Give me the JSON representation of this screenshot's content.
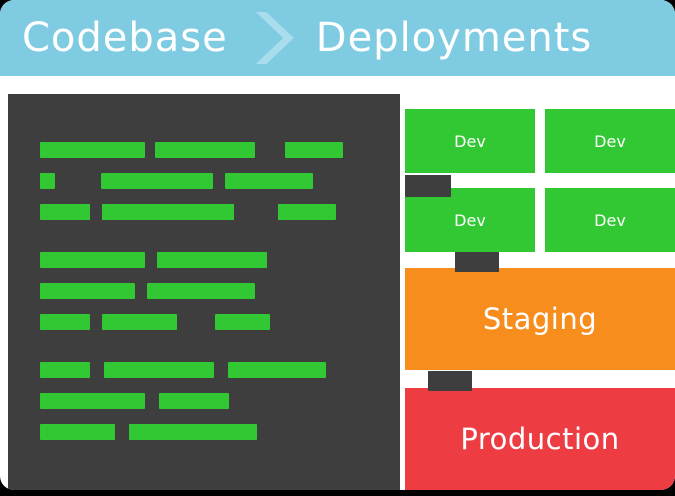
{
  "header": {
    "left": "Codebase",
    "right": "Deployments"
  },
  "colors": {
    "header_blue": "#7ecbe2",
    "chevron_blue": "#a9ddee",
    "code_bg": "#3e3e3e",
    "green": "#31c834",
    "orange": "#f78d1d",
    "red": "#ee3c43",
    "white": "#ffffff",
    "page_bg": "#000000"
  },
  "code_panel": {
    "groups": [
      {
        "rows": [
          [
            {
              "w": 105,
              "g": 0
            },
            {
              "w": 100,
              "g": 10
            },
            {
              "w": 58,
              "g": 30
            }
          ],
          [
            {
              "w": 15,
              "g": 0
            },
            {
              "w": 112,
              "g": 46
            },
            {
              "w": 88,
              "g": 12
            }
          ],
          [
            {
              "w": 50,
              "g": 0
            },
            {
              "w": 132,
              "g": 12
            },
            {
              "w": 58,
              "g": 44
            }
          ]
        ]
      },
      {
        "rows": [
          [
            {
              "w": 105,
              "g": 0
            },
            {
              "w": 110,
              "g": 12
            }
          ],
          [
            {
              "w": 95,
              "g": 0
            },
            {
              "w": 108,
              "g": 12
            }
          ],
          [
            {
              "w": 50,
              "g": 0
            },
            {
              "w": 75,
              "g": 12
            },
            {
              "w": 55,
              "g": 38
            }
          ]
        ]
      },
      {
        "rows": [
          [
            {
              "w": 50,
              "g": 0
            },
            {
              "w": 110,
              "g": 14
            },
            {
              "w": 98,
              "g": 14
            }
          ],
          [
            {
              "w": 105,
              "g": 0
            },
            {
              "w": 70,
              "g": 14
            }
          ],
          [
            {
              "w": 75,
              "g": 0
            },
            {
              "w": 128,
              "g": 14
            }
          ]
        ]
      }
    ]
  },
  "deployments": {
    "dev_boxes": [
      {
        "label": "Dev"
      },
      {
        "label": "Dev"
      },
      {
        "label": "Dev"
      },
      {
        "label": "Dev"
      }
    ],
    "staging": {
      "label": "Staging"
    },
    "production": {
      "label": "Production"
    }
  }
}
